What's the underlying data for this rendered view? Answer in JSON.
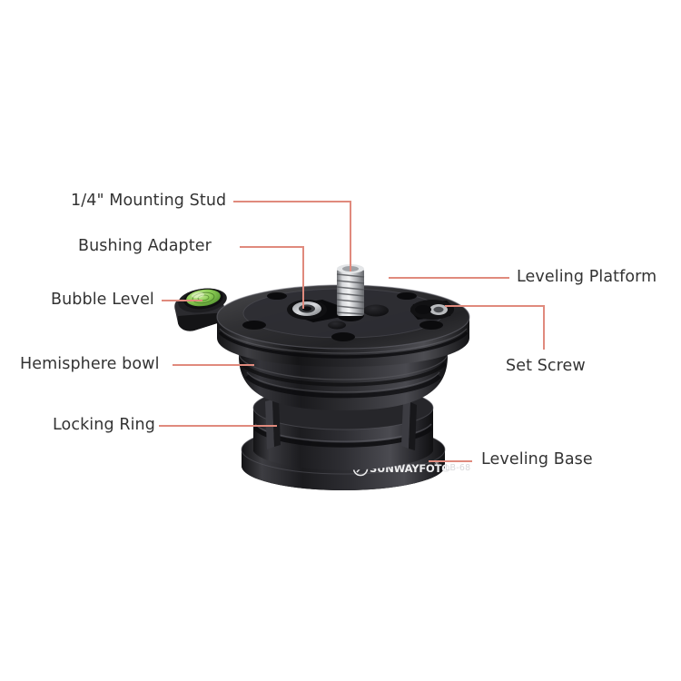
{
  "page": {
    "background_color": "#ffffff",
    "leader_line_color": "#e08a7d",
    "label_text_color": "#333333",
    "type": "annotated product diagram"
  },
  "product": {
    "brand": "SUNWAYFOTO®",
    "model": "LB-68",
    "body_color": "#2a2a2c",
    "accent_metal_color": "#c9cacc",
    "bubble_level_color": "#7ac943"
  },
  "callouts": [
    {
      "id": "mounting-stud",
      "label": "1/4\" Mounting Stud",
      "side": "left"
    },
    {
      "id": "bushing-adapter",
      "label": "Bushing Adapter",
      "side": "left"
    },
    {
      "id": "bubble-level",
      "label": "Bubble Level",
      "side": "left"
    },
    {
      "id": "hemisphere-bowl",
      "label": "Hemisphere bowl",
      "side": "left"
    },
    {
      "id": "locking-ring",
      "label": "Locking Ring",
      "side": "left"
    },
    {
      "id": "leveling-platform",
      "label": "Leveling Platform",
      "side": "right"
    },
    {
      "id": "set-screw",
      "label": "Set Screw",
      "side": "right"
    },
    {
      "id": "leveling-base",
      "label": "Leveling Base",
      "side": "right"
    }
  ]
}
